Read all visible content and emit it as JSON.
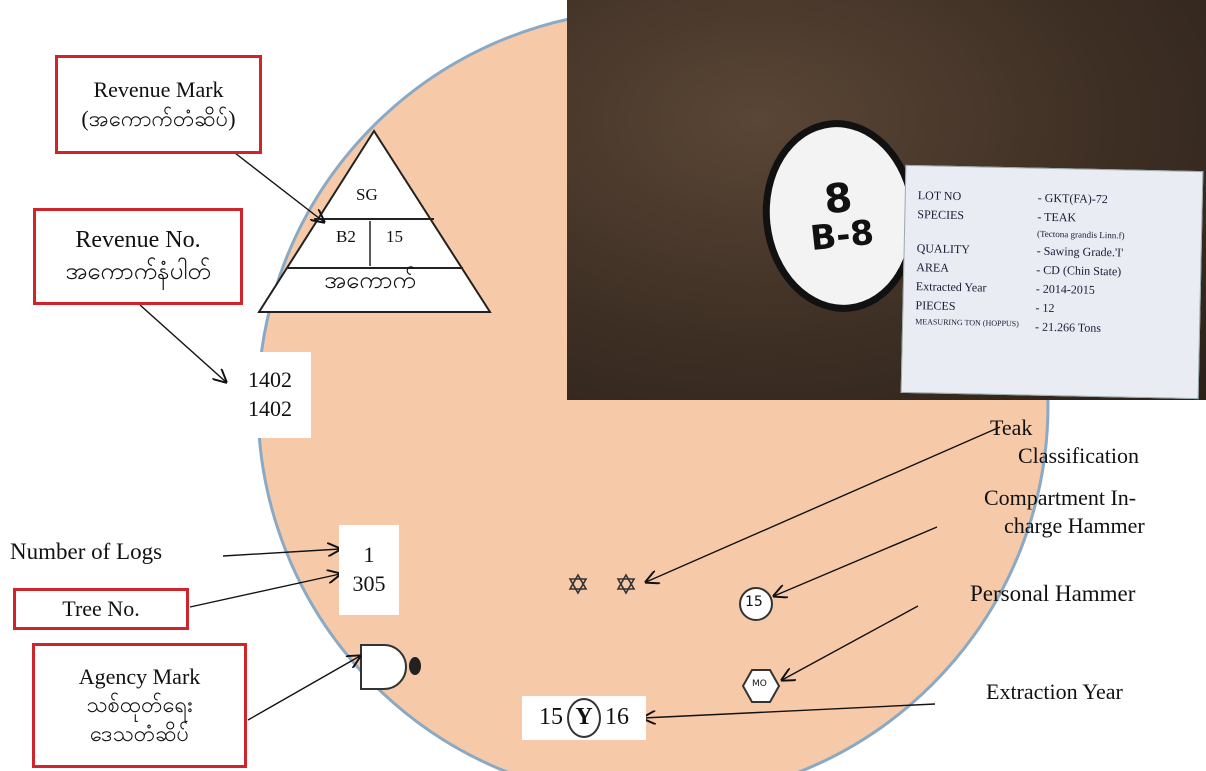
{
  "labels": {
    "revenue_mark": [
      "Revenue Mark",
      "(အကောက်တံဆိပ်)"
    ],
    "revenue_no": [
      "Revenue No.",
      "အကောက်နံပါတ်"
    ],
    "number_of_logs": "Number of Logs",
    "tree_no": "Tree No.",
    "agency_mark": [
      "Agency Mark",
      "သစ်ထုတ်ရေး",
      "ဒေသတံဆိပ်"
    ],
    "teak_classification": [
      "Teak",
      "Classification"
    ],
    "compartment_hammer": [
      "Compartment In-",
      "charge Hammer"
    ],
    "personal_hammer": "Personal Hammer",
    "extraction_year": "Extraction Year"
  },
  "triangle": {
    "top": "SG",
    "middle_left": "B2",
    "middle_right": "15",
    "bottom": "အကောက်"
  },
  "revenue_numbers": [
    "1402",
    "1402"
  ],
  "log_box": {
    "logs": "1",
    "tree": "305"
  },
  "compartment_hammer_value": "15",
  "personal_hammer_value": "MO",
  "extraction_year_value": {
    "left": "15",
    "middle": "Y",
    "right": "16"
  },
  "photo": {
    "disc_top": "8",
    "disc_bottom": "B-8",
    "plaque": [
      {
        "key": "LOT NO",
        "value": "- GKT(FA)-72"
      },
      {
        "key": "SPECIES",
        "value": "- TEAK"
      },
      {
        "key": "",
        "value": "(Tectona grandis Linn.f)"
      },
      {
        "key": "QUALITY",
        "value": "- Sawing Grade.'I'"
      },
      {
        "key": "AREA",
        "value": "- CD (Chin State)"
      },
      {
        "key": "Extracted Year",
        "value": "- 2014-2015"
      },
      {
        "key": "PIECES",
        "value": "- 12"
      },
      {
        "key": "MEASURING TON (HOPPUS)",
        "value": "- 21.266 Tons"
      }
    ]
  },
  "colors": {
    "log_face": "#f6c9a9",
    "log_rim": "#8aa9c4",
    "label_border": "#d0242b"
  }
}
